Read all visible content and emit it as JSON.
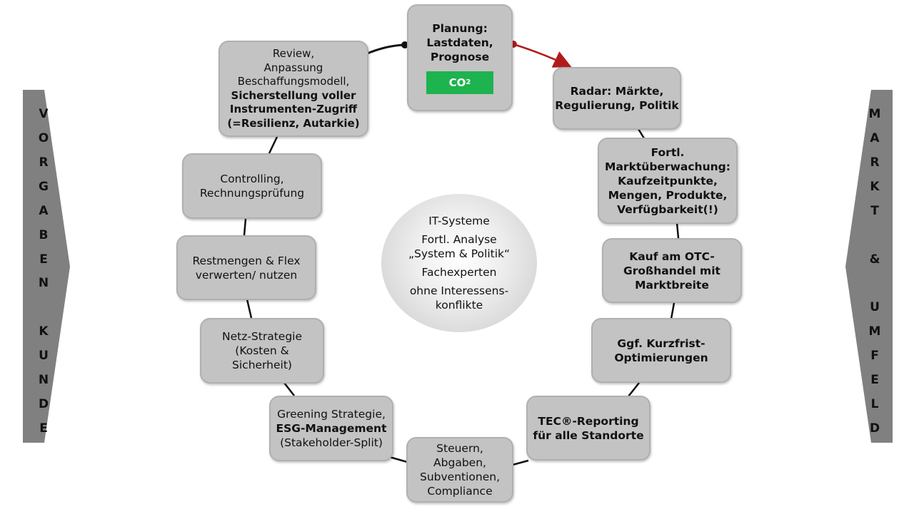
{
  "left_arrow": {
    "label": "VORGABEN  KUNDE",
    "letters": [
      "V",
      "O",
      "R",
      "G",
      "A",
      "B",
      "E",
      "N",
      "",
      "K",
      "U",
      "N",
      "D",
      "E"
    ],
    "color": "#808080"
  },
  "right_arrow": {
    "label": "MARKT & UMFELD",
    "letters": [
      "M",
      "A",
      "R",
      "K",
      "T",
      "",
      "&",
      "",
      "U",
      "M",
      "F",
      "E",
      "L",
      "D"
    ],
    "color": "#808080"
  },
  "center": {
    "lines": [
      "IT-Systeme",
      "Fortl. Analyse",
      "„System & Politik“",
      "Fachexperten",
      "ohne Interessens-",
      "konflikte"
    ]
  },
  "cycle": [
    {
      "id": "planung",
      "lines": [
        "Planung:",
        "Lastdaten,",
        "Prognose"
      ],
      "bold": true,
      "badge": {
        "text": "CO",
        "sub": "2",
        "color": "#1db34e"
      }
    },
    {
      "id": "radar",
      "lines": [
        "Radar: Märkte,",
        "Regulierung, Politik"
      ],
      "bold": true
    },
    {
      "id": "marktueberwachung",
      "lines": [
        "Fortl.",
        "Marktüberwachung:",
        "Kaufzeitpunkte,",
        "Mengen, Produkte,",
        "Verfügbarkeit(!)"
      ],
      "bold": true
    },
    {
      "id": "kauf",
      "lines": [
        "Kauf am OTC-",
        "Großhandel mit",
        "Marktbreite"
      ],
      "bold": true
    },
    {
      "id": "kurzfrist",
      "lines": [
        "Ggf. Kurzfrist-",
        "Optimierungen"
      ],
      "bold": true
    },
    {
      "id": "tec-reporting",
      "lines": [
        "TEC®-Reporting",
        "für alle Standorte"
      ],
      "bold": true
    },
    {
      "id": "steuern",
      "lines": [
        "Steuern,",
        "Abgaben,",
        "Subventionen,",
        "Compliance"
      ],
      "bold": false
    },
    {
      "id": "greening",
      "lines": [
        "Greening Strategie,",
        "ESG-Management",
        "(Stakeholder-Split)"
      ],
      "bold_lines": [
        1
      ]
    },
    {
      "id": "netz",
      "lines": [
        "Netz-Strategie",
        "(Kosten &",
        "Sicherheit)"
      ],
      "bold": false
    },
    {
      "id": "restmengen",
      "lines": [
        "Restmengen & Flex",
        "verwerten/ nutzen"
      ],
      "bold": false
    },
    {
      "id": "controlling",
      "lines": [
        "Controlling,",
        "Rechnungsprüfung"
      ],
      "bold": false
    },
    {
      "id": "review",
      "lines": [
        "Review,",
        "Anpassung",
        "Beschaffungsmodell,",
        "Sicherstellung voller",
        "Instrumenten-Zugriff",
        "(=Resilienz, Autarkie)"
      ],
      "bold_lines": [
        3,
        4,
        5
      ]
    }
  ],
  "colors": {
    "box": "#c3c3c3",
    "start_arrow": "#b01c1c",
    "connector": "#111111"
  }
}
